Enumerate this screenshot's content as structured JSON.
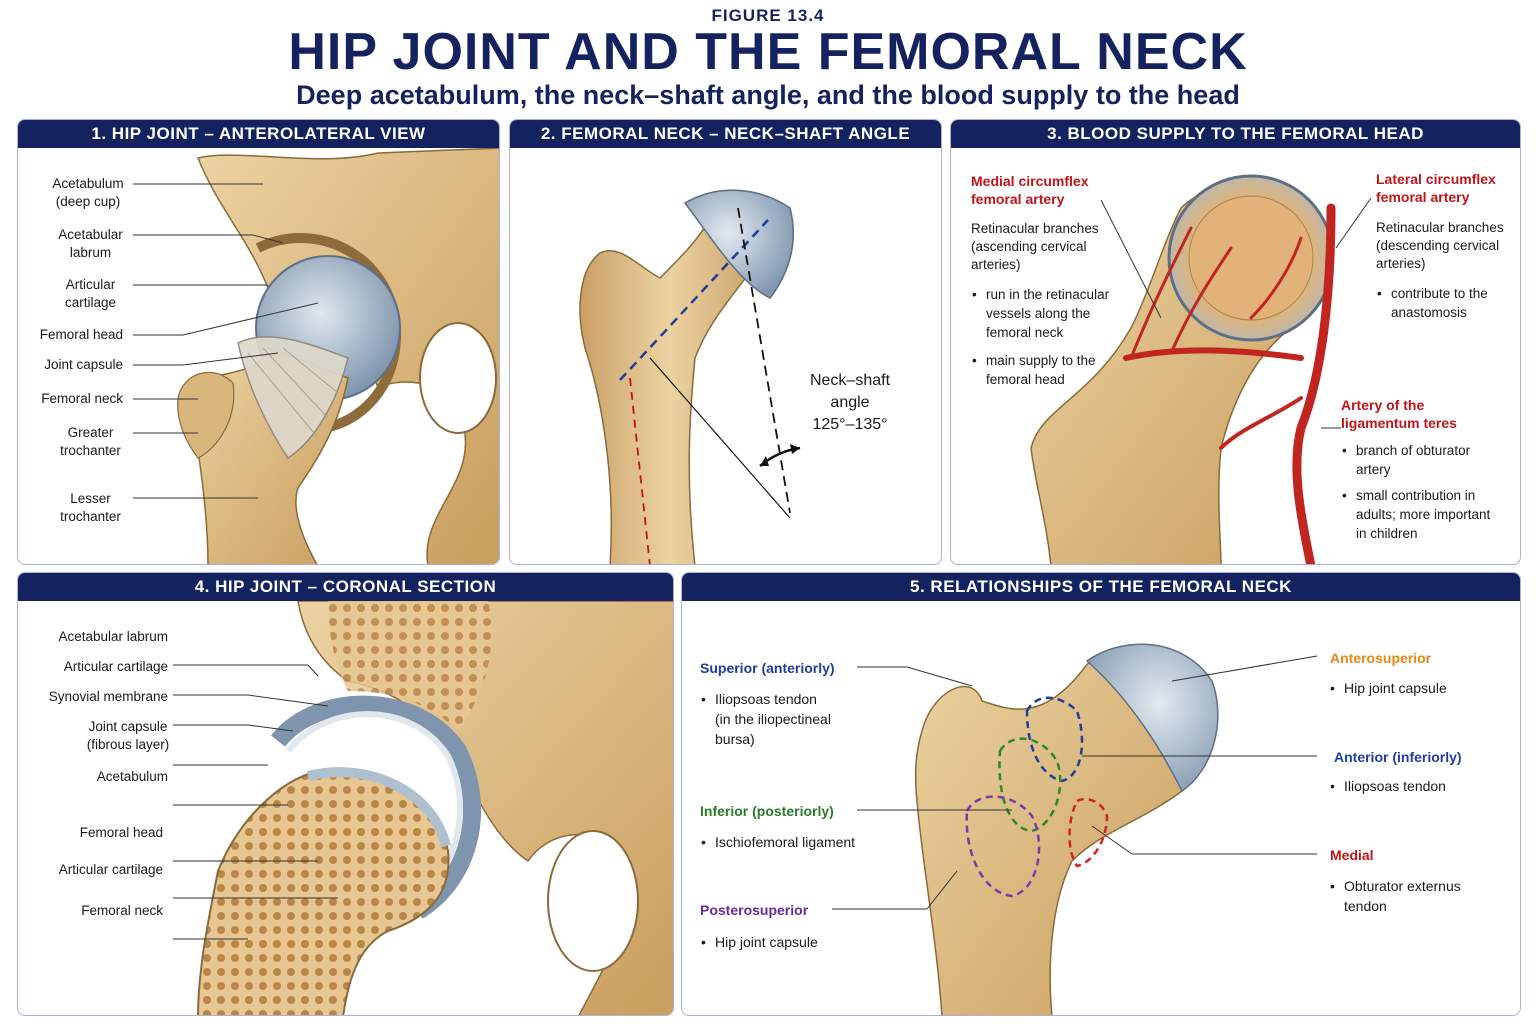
{
  "figure": "FIGURE 13.4",
  "title": "HIP JOINT AND THE FEMORAL NECK",
  "subtitle": "Deep acetabulum, the neck–shaft angle, and the blood supply to the head",
  "colors": {
    "navy": "#14235f",
    "bone": "#e2c08a",
    "cartilage": "#9fb3c8",
    "artery": "#c0261f"
  },
  "p1": {
    "header": "1. HIP JOINT – ANTEROLATERAL VIEW",
    "labels": [
      "Acetabulum\n(deep cup)",
      "Acetabular\nlabrum",
      "Articular\ncartilage",
      "Femoral head",
      "Joint capsule",
      "Femoral neck",
      "Greater\ntrochanter",
      "Lesser\ntrochanter"
    ]
  },
  "p2": {
    "header": "2. FEMORAL NECK – NECK–SHAFT ANGLE",
    "angle_label": "Neck–shaft\nangle\n125°–135°"
  },
  "p3": {
    "header": "3. BLOOD SUPPLY TO THE FEMORAL HEAD",
    "mcfa": "Medial circumflex\nfemoral artery",
    "mcfa_desc": "Retinacular branches\n(ascending cervical\narteries)",
    "mcfa_b1": "run in the retinacular\nvessels along the\nfemoral neck",
    "mcfa_b2": "main supply to the\nfemoral head",
    "lcfa": "Lateral circumflex\nfemoral artery",
    "lcfa_desc": "Retinacular branches\n(descending cervical\narteries)",
    "lcfa_b1": "contribute to the\nanastomosis",
    "alt": "Artery of the\nligamentum teres",
    "alt_b1": "branch of obturator\nartery",
    "alt_b2": "small contribution in\nadults; more important\nin children"
  },
  "p4": {
    "header": "4. HIP JOINT – CORONAL SECTION",
    "labels": [
      "Acetabular labrum",
      "Articular cartilage",
      "Synovial membrane",
      "Joint capsule\n(fibrous layer)",
      "Acetabulum",
      "Femoral head",
      "Articular cartilage",
      "Femoral neck"
    ]
  },
  "p5": {
    "header": "5. RELATIONSHIPS OF THE FEMORAL NECK",
    "sup": "Superior (anteriorly)",
    "sup_b": "Iliopsoas tendon\n(in the iliopectineal\nbursa)",
    "inf": "Inferior (posteriorly)",
    "inf_b": "Ischiofemoral ligament",
    "post": "Posterosuperior",
    "post_b": "Hip joint capsule",
    "ant_sup": "Anterosuperior",
    "ant_sup_b": "Hip joint capsule",
    "ant_inf": "Anterior (inferiorly)",
    "ant_inf_b": "Iliopsoas tendon",
    "med": "Medial",
    "med_b": "Obturator externus\ntendon"
  }
}
